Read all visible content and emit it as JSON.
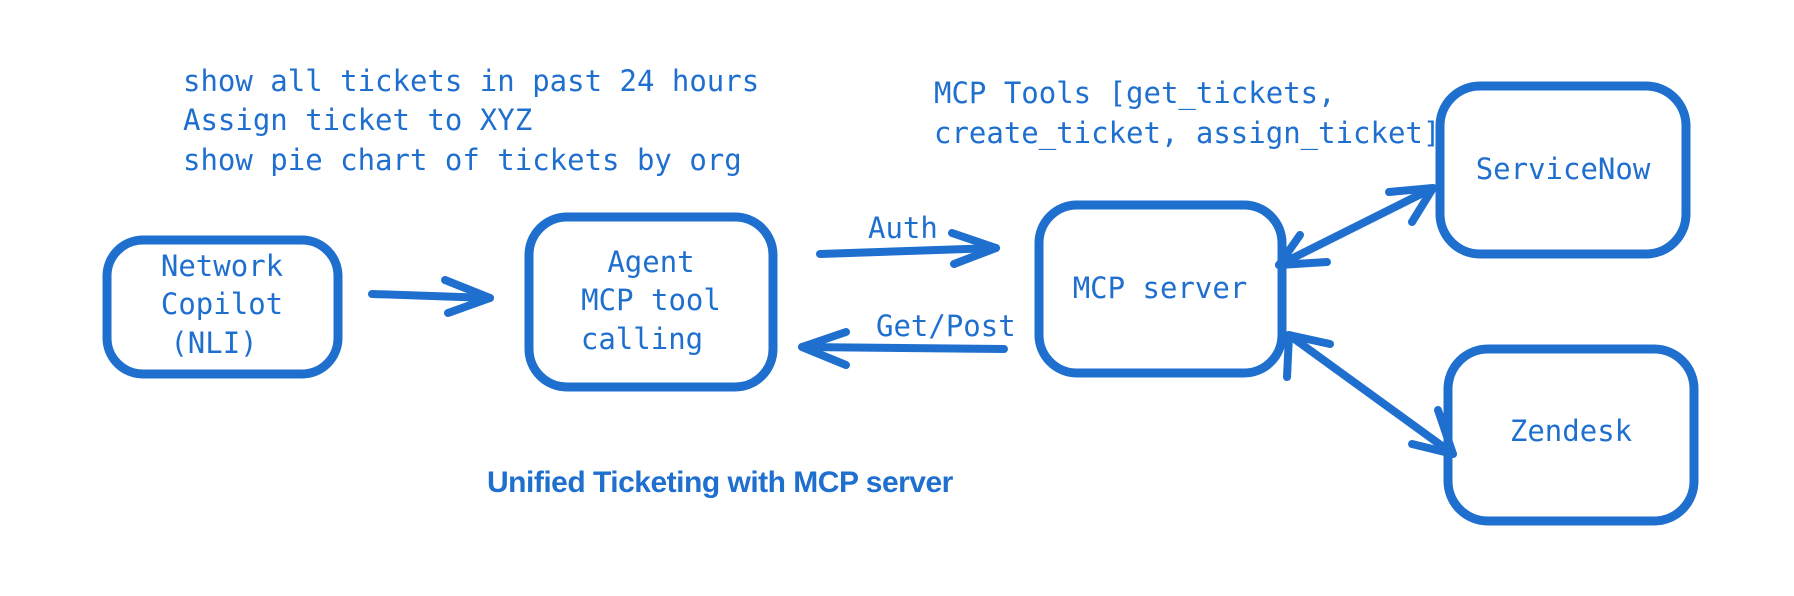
{
  "prompt_lines": [
    "show all tickets in past 24 hours",
    "Assign ticket to XYZ",
    "show pie chart of tickets by org"
  ],
  "tools_note": [
    "MCP Tools [get_tickets,",
    "create_ticket, assign_ticket]"
  ],
  "nodes": {
    "network_copilot": [
      "Network",
      "Copilot",
      "(NLI)"
    ],
    "agent": [
      "Agent",
      "MCP tool",
      "calling"
    ],
    "mcp_server": [
      "MCP server"
    ],
    "servicenow": [
      "ServiceNow"
    ],
    "zendesk": [
      "Zendesk"
    ]
  },
  "edges": {
    "auth": "Auth",
    "get_post": "Get/Post"
  },
  "title": "Unified Ticketing with MCP server",
  "colors": {
    "ink": "#1f6fcf",
    "background": "#ffffff"
  }
}
